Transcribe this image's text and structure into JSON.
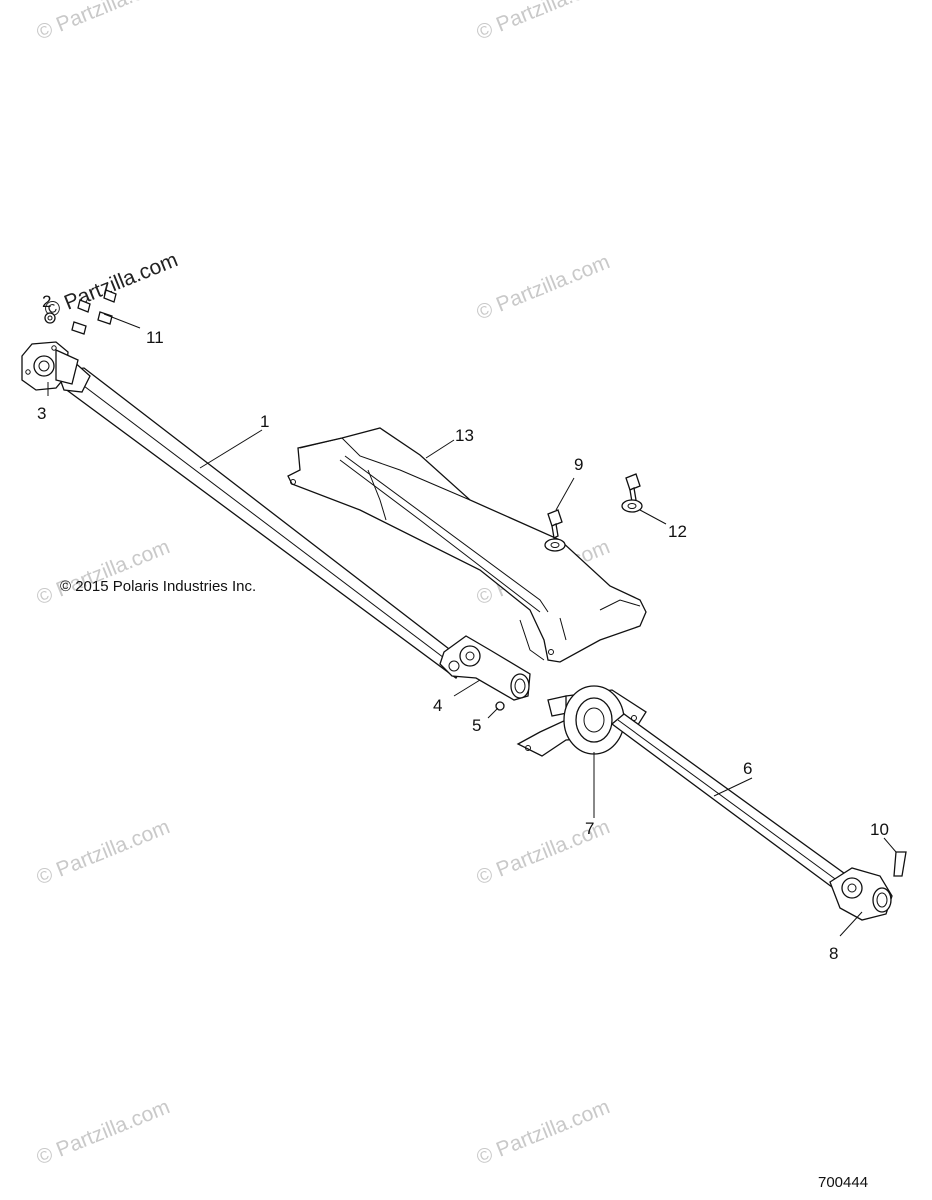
{
  "watermark": "© Partzilla.com",
  "copyright": "© 2015 Polaris Industries Inc.",
  "doc_number": "700444",
  "callouts": [
    "1",
    "2",
    "3",
    "4",
    "5",
    "6",
    "7",
    "8",
    "9",
    "10",
    "11",
    "12",
    "13"
  ],
  "parts": {
    "front_prop_shaft": "front-propshaft",
    "rear_prop_shaft": "rear-propshaft",
    "carrier_bearing": "carrier-bearing",
    "heat_shield": "driveshaft-guard"
  }
}
